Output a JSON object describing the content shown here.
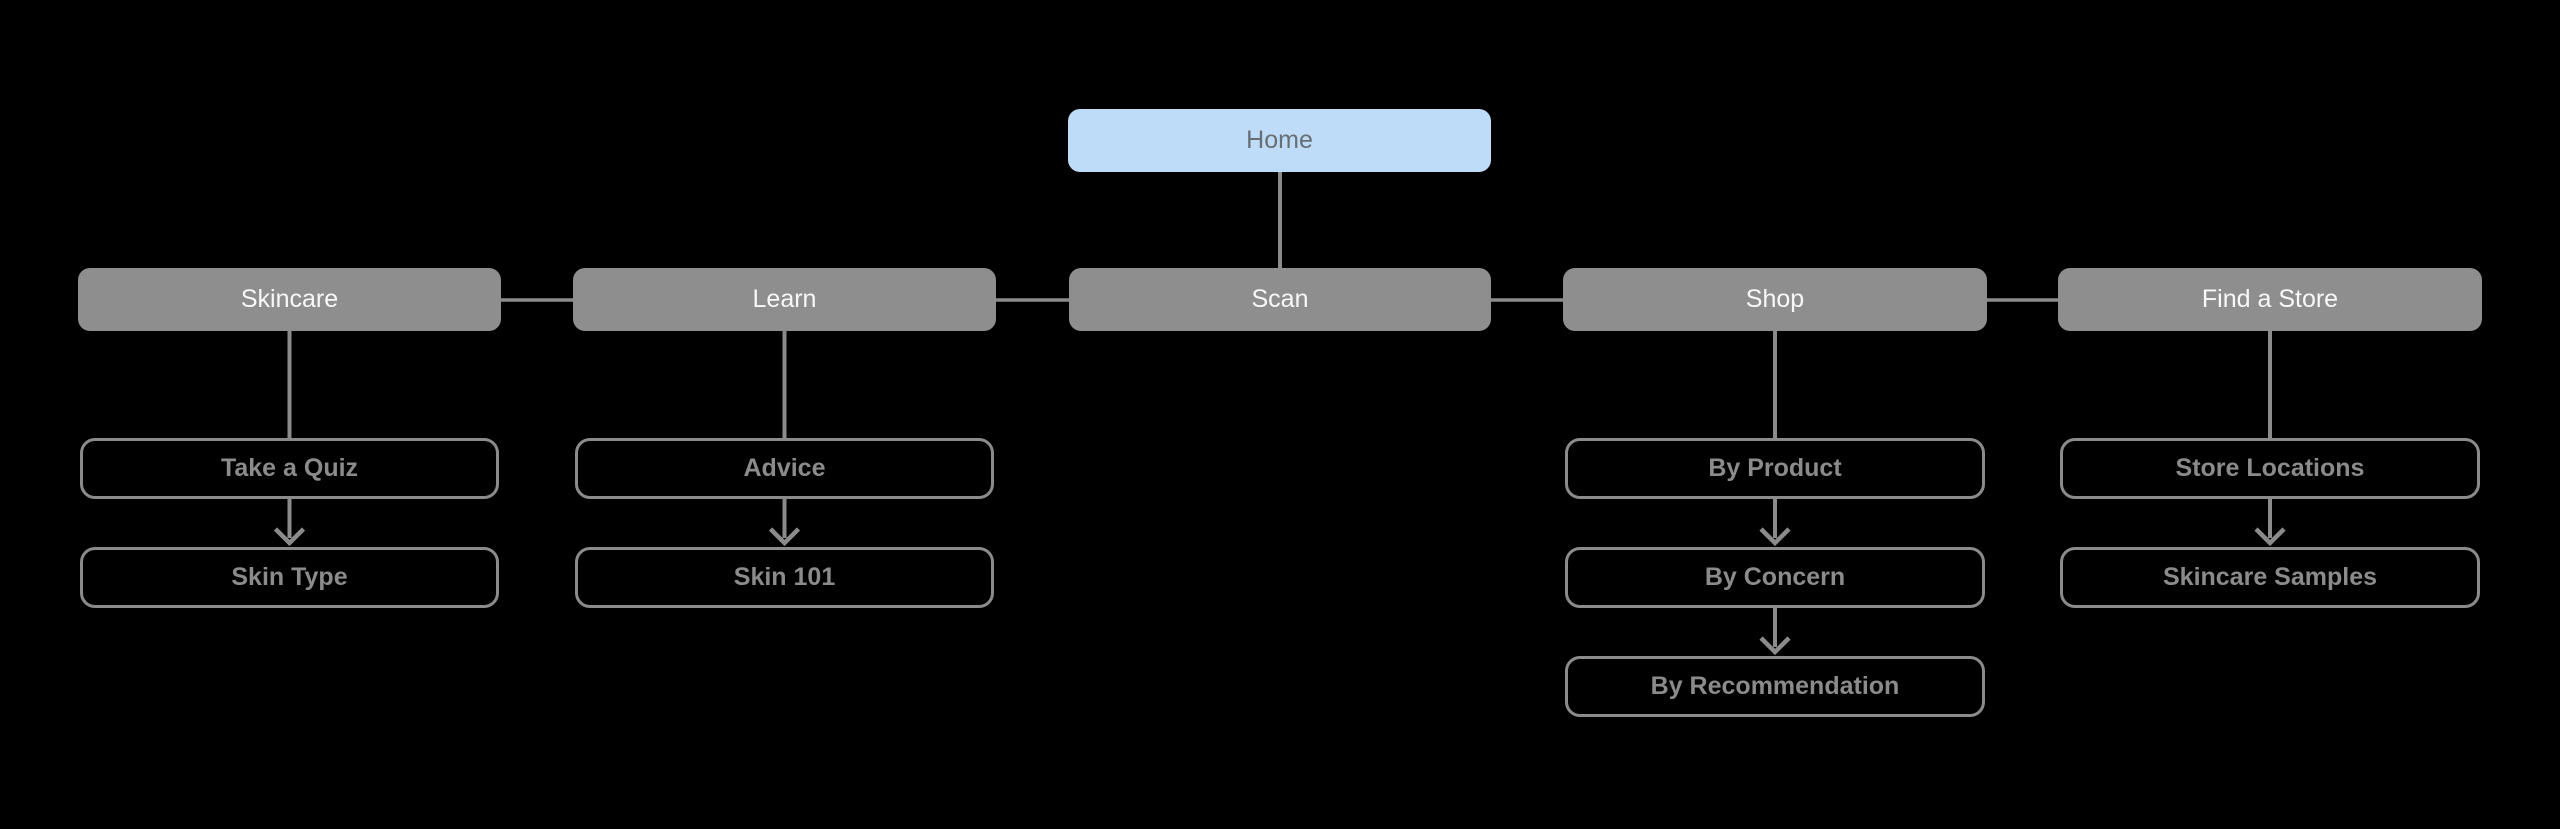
{
  "diagram": {
    "background_color": "#000000",
    "colors": {
      "root_fill": "#BEDCF8",
      "root_text": "#686E74",
      "primary_fill": "#8E8E8E",
      "primary_text": "#F8F8F8",
      "leaf_border": "#8B8B8B",
      "leaf_text": "#8B8B8B",
      "connector": "#8B8B8B"
    }
  },
  "sitemap": {
    "root": {
      "label": "Home"
    },
    "columns": [
      {
        "label": "Skincare",
        "children": [
          {
            "label": "Take a Quiz"
          },
          {
            "label": "Skin Type"
          }
        ]
      },
      {
        "label": "Learn",
        "children": [
          {
            "label": "Advice"
          },
          {
            "label": "Skin 101"
          }
        ]
      },
      {
        "label": "Scan",
        "children": []
      },
      {
        "label": "Shop",
        "children": [
          {
            "label": "By Product"
          },
          {
            "label": "By Concern"
          },
          {
            "label": "By Recommendation"
          }
        ]
      },
      {
        "label": "Find a Store",
        "children": [
          {
            "label": "Store Locations"
          },
          {
            "label": "Skincare Samples"
          }
        ]
      }
    ],
    "edges": [
      {
        "from": "Home",
        "to": "Scan",
        "style": "line"
      },
      {
        "from": "Skincare",
        "to": "Learn",
        "style": "line"
      },
      {
        "from": "Learn",
        "to": "Scan",
        "style": "line"
      },
      {
        "from": "Scan",
        "to": "Shop",
        "style": "line"
      },
      {
        "from": "Shop",
        "to": "Find a Store",
        "style": "line"
      },
      {
        "from": "Skincare",
        "to": "Take a Quiz",
        "style": "line"
      },
      {
        "from": "Take a Quiz",
        "to": "Skin Type",
        "style": "arrow"
      },
      {
        "from": "Learn",
        "to": "Advice",
        "style": "line"
      },
      {
        "from": "Advice",
        "to": "Skin 101",
        "style": "arrow"
      },
      {
        "from": "Shop",
        "to": "By Product",
        "style": "line"
      },
      {
        "from": "By Product",
        "to": "By Concern",
        "style": "arrow"
      },
      {
        "from": "By Concern",
        "to": "By Recommendation",
        "style": "arrow"
      },
      {
        "from": "Find a Store",
        "to": "Store Locations",
        "style": "line"
      },
      {
        "from": "Store Locations",
        "to": "Skincare Samples",
        "style": "arrow"
      }
    ]
  }
}
